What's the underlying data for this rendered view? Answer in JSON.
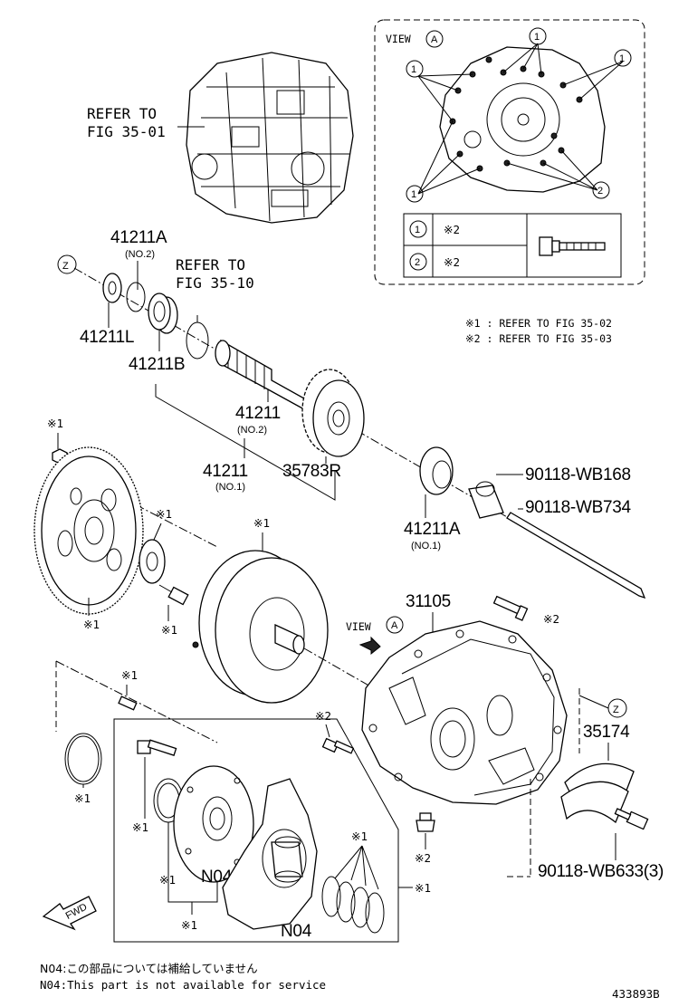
{
  "labels": {
    "refer_fig_3501_line1": "REFER TO",
    "refer_fig_3501_line2": "FIG 35-01",
    "refer_fig_3510_line1": "REFER TO",
    "refer_fig_3510_line2": "FIG 35-10",
    "p41211A_top": "41211A",
    "p41211A_top_sub": "(NO.2)",
    "p41211L": "41211L",
    "p41211B": "41211B",
    "p41211_no2": "41211",
    "p41211_no2_sub": "(NO.2)",
    "p41211_no1": "41211",
    "p41211_no1_sub": "(NO.1)",
    "p35783R": "35783R",
    "p90118_WB168": "90118-WB168",
    "p90118_WB734": "90118-WB734",
    "p41211A_bottom": "41211A",
    "p41211A_bottom_sub": "(NO.1)",
    "p31105": "31105",
    "p35174": "35174",
    "p90118_WB633": "90118-WB633(3)",
    "n04_a": "N04",
    "n04_b": "N04",
    "mark1": "※1",
    "mark2": "※2",
    "z": "Z",
    "a": "A",
    "view": "VIEW",
    "fwd": "FWD",
    "num1": "1",
    "num2": "2"
  },
  "notes": {
    "ref1": "※1 : REFER TO FIG 35-02",
    "ref2": "※2 : REFER TO FIG 35-03",
    "n04_jp": "N04:この部品については補給していません",
    "n04_en": "N04:This part is not available for service",
    "diagram_id": "433893B"
  },
  "view_table": {
    "rows": [
      {
        "num": "1",
        "mark": "※2"
      },
      {
        "num": "2",
        "mark": "※2"
      }
    ]
  }
}
